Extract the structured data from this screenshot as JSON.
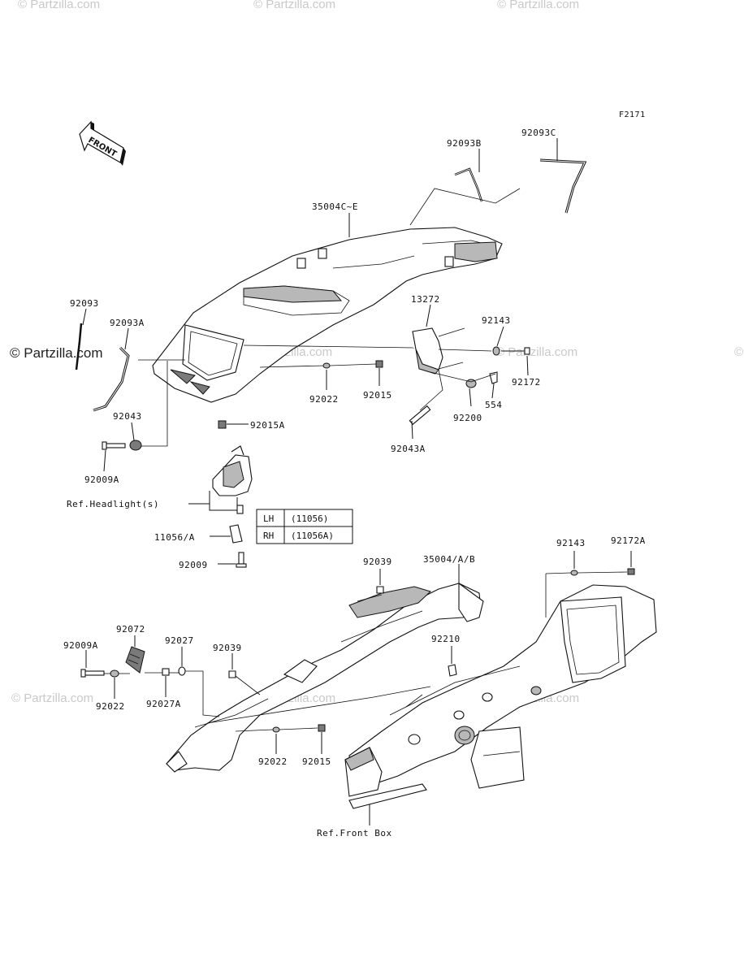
{
  "watermarks": {
    "top": [
      "© Partzilla.com",
      "© Partzilla.com",
      "© Partzilla.com"
    ],
    "middle": [
      "© Partzilla.com",
      "© Partzilla.com",
      "© Partzilla.com"
    ],
    "lower": [
      "© Partzilla.com",
      "© Partzilla.com",
      "© Partzilla.com"
    ],
    "left_dark": "© Partzilla.com"
  },
  "figure_code": "F2171",
  "front_arrow_text": "FRONT",
  "labels": {
    "p92093B": "92093B",
    "p92093C": "92093C",
    "p35004CE": "35004C~E",
    "p92093": "92093",
    "p92093A": "92093A",
    "p13272": "13272",
    "p92143_top": "92143",
    "p92172_top": "92172",
    "p554": "554",
    "p92200": "92200",
    "p92022_top": "92022",
    "p92015_top": "92015",
    "p92043": "92043",
    "p92015A": "92015A",
    "p92043A": "92043A",
    "p92009A_top": "92009A",
    "ref_headlight": "Ref.Headlight(s)",
    "p11056A": "11056/A",
    "p92009": "92009",
    "p92039_top": "92039",
    "p35004AB": "35004/A/B",
    "p92143_low": "92143",
    "p92172A": "92172A",
    "p92072": "92072",
    "p92009A_low": "92009A",
    "p92027": "92027",
    "p92039_low": "92039",
    "p92210": "92210",
    "p92022_left": "92022",
    "p92027A": "92027A",
    "p92022_low": "92022",
    "p92015_low": "92015",
    "ref_front_box": "Ref.Front Box"
  },
  "side_table": {
    "rows": [
      {
        "side": "LH",
        "part": "(11056)"
      },
      {
        "side": "RH",
        "part": "(11056A)"
      }
    ]
  }
}
